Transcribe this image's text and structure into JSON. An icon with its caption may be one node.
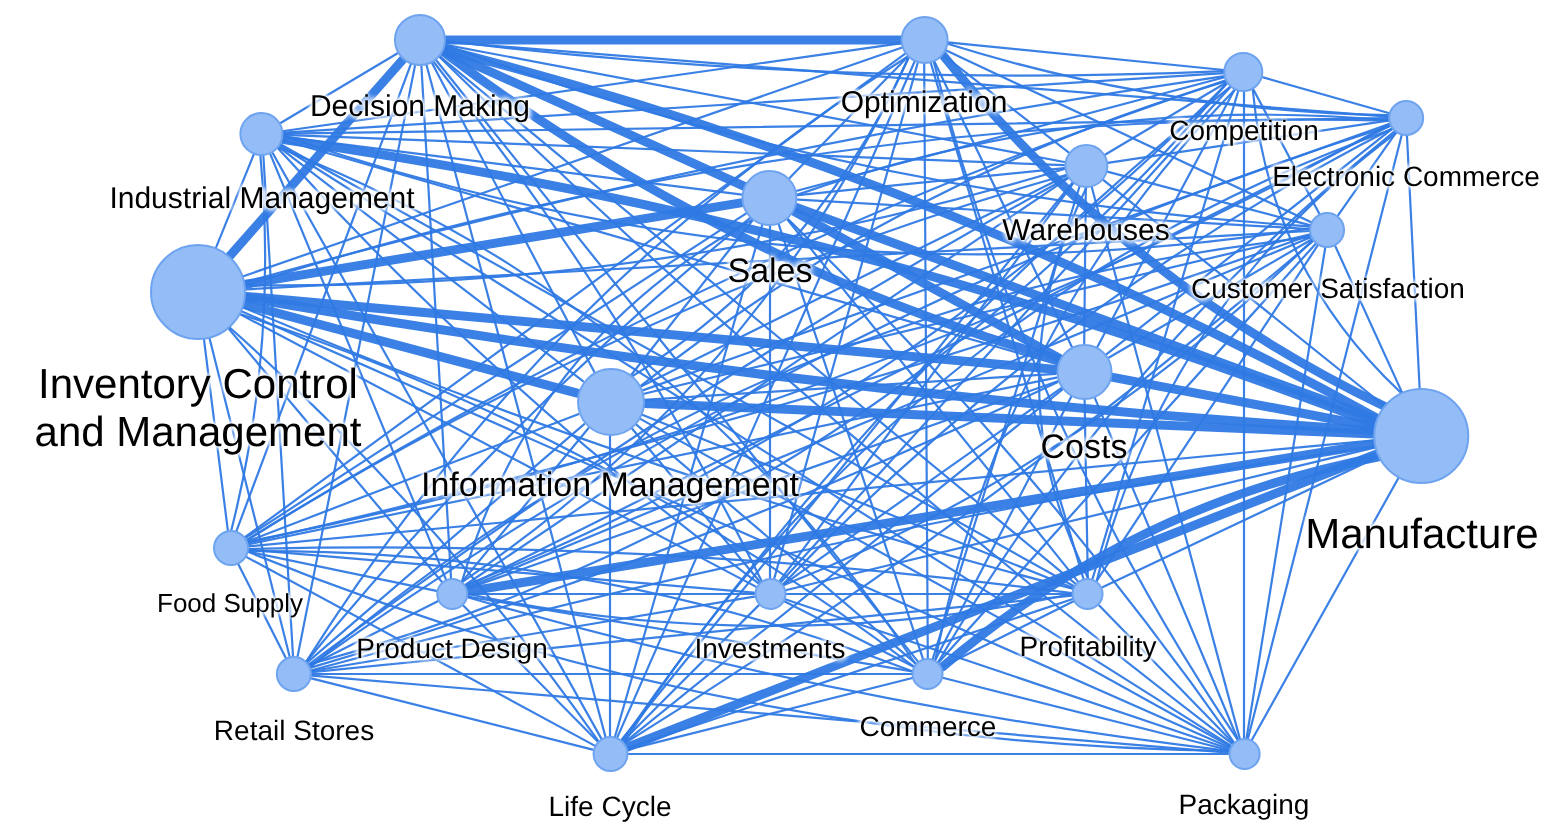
{
  "diagram": {
    "nodes": [
      {
        "text": [
          "Decision Making"
        ]
      },
      {
        "text": [
          "Optimization"
        ]
      },
      {
        "text": [
          "Industrial Management"
        ]
      },
      {
        "text": [
          "Competition"
        ]
      },
      {
        "text": [
          "Electronic Commerce"
        ]
      },
      {
        "text": [
          "Warehouses"
        ]
      },
      {
        "text": [
          "Sales"
        ]
      },
      {
        "text": [
          "Customer Satisfaction"
        ]
      },
      {
        "text": [
          "Inventory Control and Management"
        ]
      },
      {
        "text": [
          "Information Management"
        ]
      },
      {
        "text": [
          "Costs"
        ]
      },
      {
        "text": [
          "Manufacture"
        ]
      },
      {
        "text": [
          "Food Supply"
        ]
      },
      {
        "text": [
          "Product Design"
        ]
      },
      {
        "text": [
          "Investments"
        ]
      },
      {
        "text": [
          "Profitability"
        ]
      },
      {
        "text": [
          "Retail Stores"
        ]
      },
      {
        "text": [
          "Commerce"
        ]
      },
      {
        "text": [
          "Life Cycle"
        ]
      },
      {
        "text": [
          "Packaging"
        ]
      }
    ],
    "edges": [
      {
        "from": 0,
        "to": 1,
        "arrow": "none",
        "style": "thick"
      },
      {
        "from": 0,
        "to": 2,
        "arrow": "none"
      },
      {
        "from": 0,
        "to": 3,
        "arrow": "none"
      },
      {
        "from": 0,
        "to": 4,
        "arrow": "none"
      },
      {
        "from": 0,
        "to": 5,
        "arrow": "none"
      },
      {
        "from": 0,
        "to": 6,
        "arrow": "none",
        "style": "thick"
      },
      {
        "from": 0,
        "to": 7,
        "arrow": "none"
      },
      {
        "from": 0,
        "to": 8,
        "arrow": "none",
        "style": "thick"
      },
      {
        "from": 0,
        "to": 9,
        "arrow": "none"
      },
      {
        "from": 0,
        "to": 10,
        "arrow": "none",
        "style": "thick"
      },
      {
        "from": 0,
        "to": 11,
        "arrow": "none",
        "style": "thick"
      },
      {
        "from": 0,
        "to": 12,
        "arrow": "none"
      },
      {
        "from": 0,
        "to": 13,
        "arrow": "none"
      },
      {
        "from": 0,
        "to": 14,
        "arrow": "none"
      },
      {
        "from": 0,
        "to": 15,
        "arrow": "none"
      },
      {
        "from": 0,
        "to": 16,
        "arrow": "none"
      },
      {
        "from": 0,
        "to": 17,
        "arrow": "none"
      },
      {
        "from": 0,
        "to": 18,
        "arrow": "none"
      },
      {
        "from": 0,
        "to": 19,
        "arrow": "none"
      },
      {
        "from": 1,
        "to": 2,
        "arrow": "none"
      },
      {
        "from": 1,
        "to": 3,
        "arrow": "none"
      },
      {
        "from": 1,
        "to": 4,
        "arrow": "none"
      },
      {
        "from": 1,
        "to": 5,
        "arrow": "none"
      },
      {
        "from": 1,
        "to": 6,
        "arrow": "none"
      },
      {
        "from": 1,
        "to": 7,
        "arrow": "none"
      },
      {
        "from": 1,
        "to": 8,
        "arrow": "none"
      },
      {
        "from": 1,
        "to": 9,
        "arrow": "none"
      },
      {
        "from": 1,
        "to": 10,
        "arrow": "none"
      },
      {
        "from": 1,
        "to": 11,
        "arrow": "none",
        "style": "thick"
      },
      {
        "from": 1,
        "to": 12,
        "arrow": "none"
      },
      {
        "from": 1,
        "to": 13,
        "arrow": "none"
      },
      {
        "from": 1,
        "to": 14,
        "arrow": "none"
      },
      {
        "from": 1,
        "to": 15,
        "arrow": "none"
      },
      {
        "from": 1,
        "to": 16,
        "arrow": "none"
      },
      {
        "from": 1,
        "to": 17,
        "arrow": "none"
      },
      {
        "from": 1,
        "to": 18,
        "arrow": "none"
      },
      {
        "from": 1,
        "to": 19,
        "arrow": "none"
      },
      {
        "from": 2,
        "to": 3,
        "arrow": "none"
      },
      {
        "from": 2,
        "to": 4,
        "arrow": "none"
      },
      {
        "from": 2,
        "to": 5,
        "arrow": "none"
      },
      {
        "from": 2,
        "to": 6,
        "arrow": "none"
      },
      {
        "from": 2,
        "to": 7,
        "arrow": "none"
      },
      {
        "from": 2,
        "to": 8,
        "arrow": "none"
      },
      {
        "from": 2,
        "to": 9,
        "arrow": "none"
      },
      {
        "from": 2,
        "to": 10,
        "arrow": "none"
      },
      {
        "from": 2,
        "to": 11,
        "arrow": "none",
        "style": "thick"
      },
      {
        "from": 2,
        "to": 12,
        "arrow": "none"
      },
      {
        "from": 2,
        "to": 13,
        "arrow": "none"
      },
      {
        "from": 2,
        "to": 14,
        "arrow": "none"
      },
      {
        "from": 2,
        "to": 15,
        "arrow": "none"
      },
      {
        "from": 2,
        "to": 16,
        "arrow": "none"
      },
      {
        "from": 2,
        "to": 17,
        "arrow": "none"
      },
      {
        "from": 2,
        "to": 18,
        "arrow": "none"
      },
      {
        "from": 2,
        "to": 19,
        "arrow": "none"
      },
      {
        "from": 3,
        "to": 4,
        "arrow": "none"
      },
      {
        "from": 3,
        "to": 5,
        "arrow": "none"
      },
      {
        "from": 3,
        "to": 6,
        "arrow": "none"
      },
      {
        "from": 3,
        "to": 7,
        "arrow": "none"
      },
      {
        "from": 3,
        "to": 8,
        "arrow": "none"
      },
      {
        "from": 3,
        "to": 9,
        "arrow": "none"
      },
      {
        "from": 3,
        "to": 10,
        "arrow": "none"
      },
      {
        "from": 3,
        "to": 11,
        "arrow": "none"
      },
      {
        "from": 3,
        "to": 12,
        "arrow": "none"
      },
      {
        "from": 3,
        "to": 13,
        "arrow": "none"
      },
      {
        "from": 3,
        "to": 14,
        "arrow": "none"
      },
      {
        "from": 3,
        "to": 15,
        "arrow": "none"
      },
      {
        "from": 3,
        "to": 16,
        "arrow": "none"
      },
      {
        "from": 3,
        "to": 17,
        "arrow": "none"
      },
      {
        "from": 3,
        "to": 18,
        "arrow": "none"
      },
      {
        "from": 3,
        "to": 19,
        "arrow": "none"
      },
      {
        "from": 4,
        "to": 5,
        "arrow": "none"
      },
      {
        "from": 4,
        "to": 6,
        "arrow": "none"
      },
      {
        "from": 4,
        "to": 7,
        "arrow": "none"
      },
      {
        "from": 4,
        "to": 8,
        "arrow": "none"
      },
      {
        "from": 4,
        "to": 9,
        "arrow": "none"
      },
      {
        "from": 4,
        "to": 10,
        "arrow": "none"
      },
      {
        "from": 4,
        "to": 11,
        "arrow": "none"
      },
      {
        "from": 4,
        "to": 12,
        "arrow": "none"
      },
      {
        "from": 4,
        "to": 13,
        "arrow": "none"
      },
      {
        "from": 4,
        "to": 14,
        "arrow": "none"
      },
      {
        "from": 4,
        "to": 15,
        "arrow": "none"
      },
      {
        "from": 4,
        "to": 16,
        "arrow": "none"
      },
      {
        "from": 4,
        "to": 17,
        "arrow": "none"
      },
      {
        "from": 4,
        "to": 18,
        "arrow": "none"
      },
      {
        "from": 4,
        "to": 19,
        "arrow": "none"
      },
      {
        "from": 5,
        "to": 6,
        "arrow": "none"
      },
      {
        "from": 5,
        "to": 7,
        "arrow": "none"
      },
      {
        "from": 5,
        "to": 8,
        "arrow": "none"
      },
      {
        "from": 5,
        "to": 9,
        "arrow": "none"
      },
      {
        "from": 5,
        "to": 10,
        "arrow": "none"
      },
      {
        "from": 5,
        "to": 11,
        "arrow": "none"
      },
      {
        "from": 5,
        "to": 12,
        "arrow": "none"
      },
      {
        "from": 5,
        "to": 13,
        "arrow": "none"
      },
      {
        "from": 5,
        "to": 14,
        "arrow": "none"
      },
      {
        "from": 5,
        "to": 15,
        "arrow": "none"
      },
      {
        "from": 5,
        "to": 16,
        "arrow": "none"
      },
      {
        "from": 5,
        "to": 17,
        "arrow": "none"
      },
      {
        "from": 5,
        "to": 18,
        "arrow": "none"
      },
      {
        "from": 5,
        "to": 19,
        "arrow": "none"
      },
      {
        "from": 6,
        "to": 7,
        "arrow": "none"
      },
      {
        "from": 6,
        "to": 8,
        "arrow": "none",
        "style": "thick"
      },
      {
        "from": 6,
        "to": 9,
        "arrow": "none"
      },
      {
        "from": 6,
        "to": 10,
        "arrow": "none",
        "style": "thick"
      },
      {
        "from": 6,
        "to": 11,
        "arrow": "none",
        "style": "thick"
      },
      {
        "from": 6,
        "to": 12,
        "arrow": "none"
      },
      {
        "from": 6,
        "to": 13,
        "arrow": "none"
      },
      {
        "from": 6,
        "to": 14,
        "arrow": "none"
      },
      {
        "from": 6,
        "to": 15,
        "arrow": "none"
      },
      {
        "from": 6,
        "to": 16,
        "arrow": "none"
      },
      {
        "from": 6,
        "to": 17,
        "arrow": "none"
      },
      {
        "from": 6,
        "to": 18,
        "arrow": "none"
      },
      {
        "from": 6,
        "to": 19,
        "arrow": "none"
      },
      {
        "from": 7,
        "to": 8,
        "arrow": "none"
      },
      {
        "from": 7,
        "to": 9,
        "arrow": "none"
      },
      {
        "from": 7,
        "to": 10,
        "arrow": "none"
      },
      {
        "from": 7,
        "to": 11,
        "arrow": "none"
      },
      {
        "from": 7,
        "to": 12,
        "arrow": "none"
      },
      {
        "from": 7,
        "to": 13,
        "arrow": "none"
      },
      {
        "from": 7,
        "to": 14,
        "arrow": "none"
      },
      {
        "from": 7,
        "to": 15,
        "arrow": "none"
      },
      {
        "from": 7,
        "to": 16,
        "arrow": "none"
      },
      {
        "from": 7,
        "to": 17,
        "arrow": "none"
      },
      {
        "from": 7,
        "to": 18,
        "arrow": "none"
      },
      {
        "from": 7,
        "to": 19,
        "arrow": "none"
      },
      {
        "from": 8,
        "to": 9,
        "arrow": "none",
        "style": "thick"
      },
      {
        "from": 8,
        "to": 10,
        "arrow": "none",
        "style": "thick"
      },
      {
        "from": 8,
        "to": 11,
        "arrow": "none",
        "style": "thick"
      },
      {
        "from": 8,
        "to": 12,
        "arrow": "none"
      },
      {
        "from": 8,
        "to": 13,
        "arrow": "none"
      },
      {
        "from": 8,
        "to": 14,
        "arrow": "none"
      },
      {
        "from": 8,
        "to": 15,
        "arrow": "none"
      },
      {
        "from": 8,
        "to": 16,
        "arrow": "none"
      },
      {
        "from": 8,
        "to": 17,
        "arrow": "none"
      },
      {
        "from": 8,
        "to": 18,
        "arrow": "none"
      },
      {
        "from": 8,
        "to": 19,
        "arrow": "none"
      },
      {
        "from": 9,
        "to": 10,
        "arrow": "none"
      },
      {
        "from": 9,
        "to": 11,
        "arrow": "none",
        "style": "thick"
      },
      {
        "from": 9,
        "to": 12,
        "arrow": "none"
      },
      {
        "from": 9,
        "to": 13,
        "arrow": "none"
      },
      {
        "from": 9,
        "to": 14,
        "arrow": "none"
      },
      {
        "from": 9,
        "to": 15,
        "arrow": "none"
      },
      {
        "from": 9,
        "to": 16,
        "arrow": "none"
      },
      {
        "from": 9,
        "to": 17,
        "arrow": "none"
      },
      {
        "from": 9,
        "to": 18,
        "arrow": "none"
      },
      {
        "from": 9,
        "to": 19,
        "arrow": "none"
      },
      {
        "from": 10,
        "to": 11,
        "arrow": "none",
        "style": "thick"
      },
      {
        "from": 10,
        "to": 12,
        "arrow": "none"
      },
      {
        "from": 10,
        "to": 13,
        "arrow": "none"
      },
      {
        "from": 10,
        "to": 14,
        "arrow": "none"
      },
      {
        "from": 10,
        "to": 15,
        "arrow": "none"
      },
      {
        "from": 10,
        "to": 16,
        "arrow": "none"
      },
      {
        "from": 10,
        "to": 17,
        "arrow": "none"
      },
      {
        "from": 10,
        "to": 18,
        "arrow": "none"
      },
      {
        "from": 10,
        "to": 19,
        "arrow": "none"
      },
      {
        "from": 11,
        "to": 12,
        "arrow": "none"
      },
      {
        "from": 11,
        "to": 13,
        "arrow": "none",
        "style": "thick"
      },
      {
        "from": 11,
        "to": 14,
        "arrow": "none"
      },
      {
        "from": 11,
        "to": 15,
        "arrow": "none"
      },
      {
        "from": 11,
        "to": 16,
        "arrow": "none"
      },
      {
        "from": 11,
        "to": 17,
        "arrow": "none",
        "style": "thick"
      },
      {
        "from": 11,
        "to": 18,
        "arrow": "none",
        "style": "thick"
      },
      {
        "from": 11,
        "to": 19,
        "arrow": "none"
      },
      {
        "from": 12,
        "to": 13,
        "arrow": "none"
      },
      {
        "from": 12,
        "to": 14,
        "arrow": "none"
      },
      {
        "from": 12,
        "to": 15,
        "arrow": "none"
      },
      {
        "from": 12,
        "to": 16,
        "arrow": "none"
      },
      {
        "from": 12,
        "to": 17,
        "arrow": "none"
      },
      {
        "from": 12,
        "to": 18,
        "arrow": "none"
      },
      {
        "from": 12,
        "to": 19,
        "arrow": "none"
      },
      {
        "from": 13,
        "to": 14,
        "arrow": "none"
      },
      {
        "from": 13,
        "to": 15,
        "arrow": "none"
      },
      {
        "from": 13,
        "to": 16,
        "arrow": "none"
      },
      {
        "from": 13,
        "to": 17,
        "arrow": "none"
      },
      {
        "from": 13,
        "to": 18,
        "arrow": "none"
      },
      {
        "from": 13,
        "to": 19,
        "arrow": "none"
      },
      {
        "from": 14,
        "to": 15,
        "arrow": "none"
      },
      {
        "from": 14,
        "to": 16,
        "arrow": "none"
      },
      {
        "from": 14,
        "to": 17,
        "arrow": "none"
      },
      {
        "from": 14,
        "to": 18,
        "arrow": "none"
      },
      {
        "from": 14,
        "to": 19,
        "arrow": "none"
      },
      {
        "from": 15,
        "to": 16,
        "arrow": "none"
      },
      {
        "from": 15,
        "to": 17,
        "arrow": "none"
      },
      {
        "from": 15,
        "to": 18,
        "arrow": "none"
      },
      {
        "from": 15,
        "to": 19,
        "arrow": "none"
      },
      {
        "from": 16,
        "to": 17,
        "arrow": "none"
      },
      {
        "from": 16,
        "to": 18,
        "arrow": "none"
      },
      {
        "from": 16,
        "to": 19,
        "arrow": "none"
      },
      {
        "from": 17,
        "to": 18,
        "arrow": "none"
      },
      {
        "from": 17,
        "to": 19,
        "arrow": "none"
      },
      {
        "from": 18,
        "to": 19,
        "arrow": "none"
      }
    ]
  }
}
